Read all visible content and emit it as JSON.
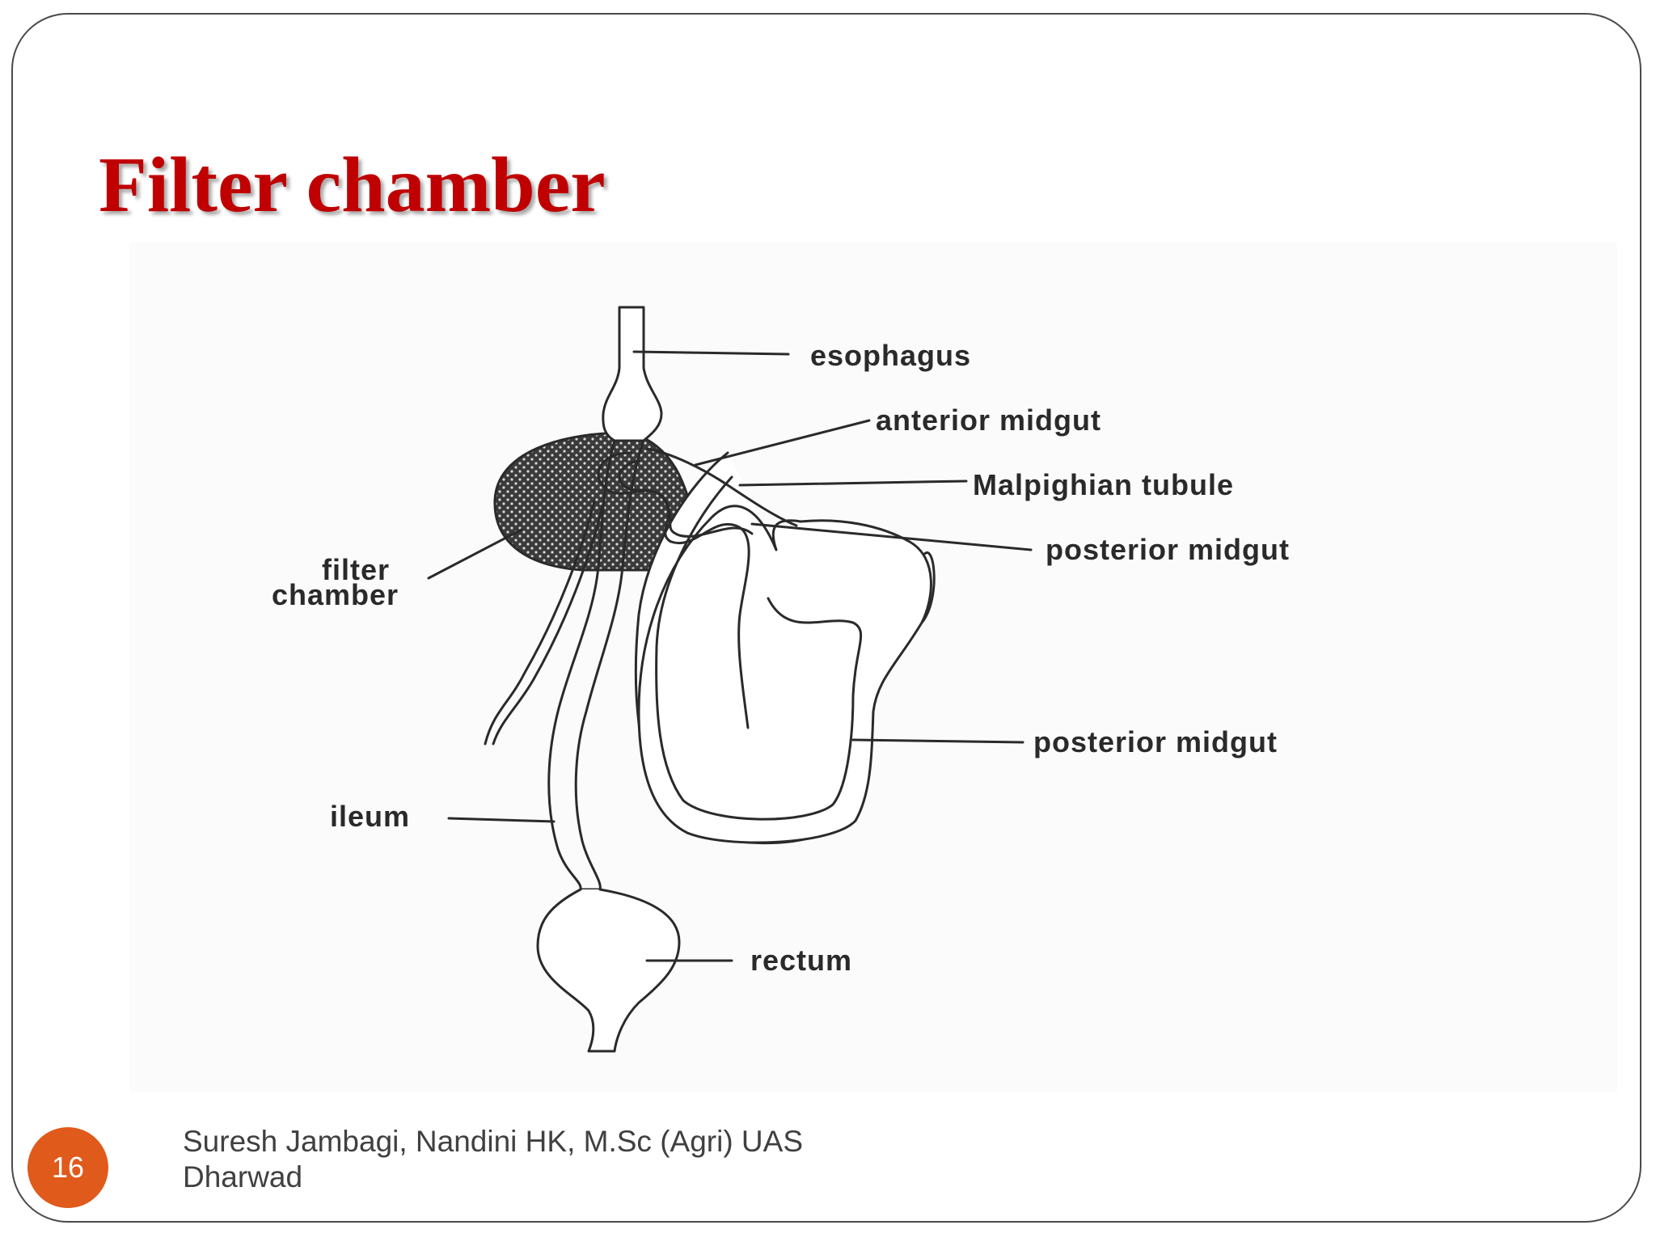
{
  "slide": {
    "title": "Filter chamber",
    "page_number": "16",
    "footer": "Suresh Jambagi, Nandini HK, M.Sc (Agri) UAS Dharwad"
  },
  "diagram": {
    "labels": {
      "esophagus": "esophagus",
      "anterior_midgut": "anterior midgut",
      "malpighian_tubule": "Malpighian tubule",
      "posterior_midgut_upper": "posterior midgut",
      "filter_chamber_line1": "filter",
      "filter_chamber_line2": "chamber",
      "posterior_midgut_lower": "posterior midgut",
      "ileum": "ileum",
      "rectum": "rectum"
    }
  },
  "colors": {
    "title": "#c00000",
    "badge": "#e05a1b",
    "footer_text": "#404040",
    "diagram_ink": "#2a2a2a"
  }
}
